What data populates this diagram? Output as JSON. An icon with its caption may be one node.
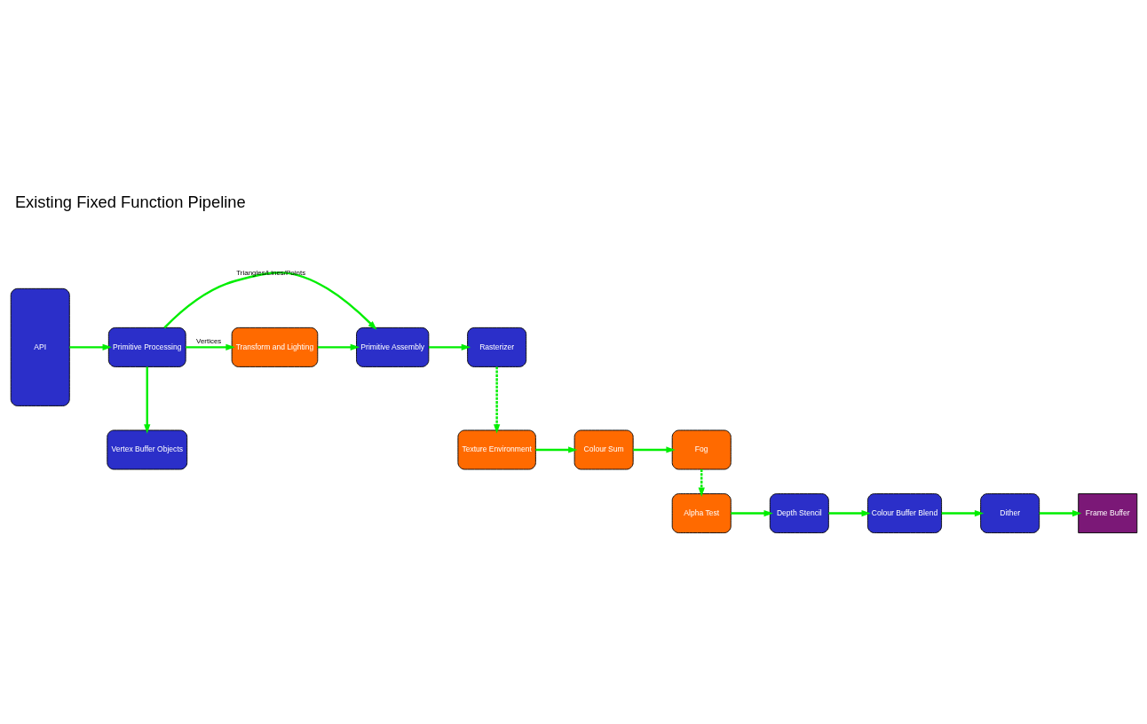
{
  "diagram": {
    "title": "Existing Fixed Function Pipeline",
    "nodes": [
      {
        "text": [
          "API"
        ]
      },
      {
        "text": [
          "Primitive Processing"
        ]
      },
      {
        "text": [
          "Vertex Buffer Objects"
        ]
      },
      {
        "text": [
          "Transform and Lighting"
        ]
      },
      {
        "text": [
          "Primitive Assembly"
        ]
      },
      {
        "text": [
          "Rasterizer"
        ]
      },
      {
        "text": [
          "Texture Environment"
        ]
      },
      {
        "text": [
          "Colour Sum"
        ]
      },
      {
        "text": [
          "Fog"
        ]
      },
      {
        "text": [
          "Alpha Test"
        ]
      },
      {
        "text": [
          "Depth Stencil"
        ]
      },
      {
        "text": [
          "Colour Buffer Blend"
        ]
      },
      {
        "text": [
          "Dither"
        ]
      },
      {
        "text": [
          "Frame Buffer"
        ]
      }
    ],
    "edges": [
      {
        "from": 0,
        "to": 1,
        "arrow": "to"
      },
      {
        "from": 1,
        "to": 2,
        "arrow": "to"
      },
      {
        "from": 1,
        "to": 3,
        "arrow": "to",
        "label": "Vertices"
      },
      {
        "from": 1,
        "to": 4,
        "arrow": "to",
        "label": "Triangles/Lines/Points"
      },
      {
        "from": 3,
        "to": 4,
        "arrow": "to"
      },
      {
        "from": 4,
        "to": 5,
        "arrow": "to"
      },
      {
        "from": 5,
        "to": 6,
        "arrow": "to",
        "style": "dashed"
      },
      {
        "from": 6,
        "to": 7,
        "arrow": "to"
      },
      {
        "from": 7,
        "to": 8,
        "arrow": "to"
      },
      {
        "from": 8,
        "to": 9,
        "arrow": "to",
        "style": "dashed"
      },
      {
        "from": 9,
        "to": 10,
        "arrow": "to"
      },
      {
        "from": 10,
        "to": 11,
        "arrow": "to"
      },
      {
        "from": 11,
        "to": 12,
        "arrow": "to"
      },
      {
        "from": 12,
        "to": 13,
        "arrow": "to"
      }
    ]
  }
}
